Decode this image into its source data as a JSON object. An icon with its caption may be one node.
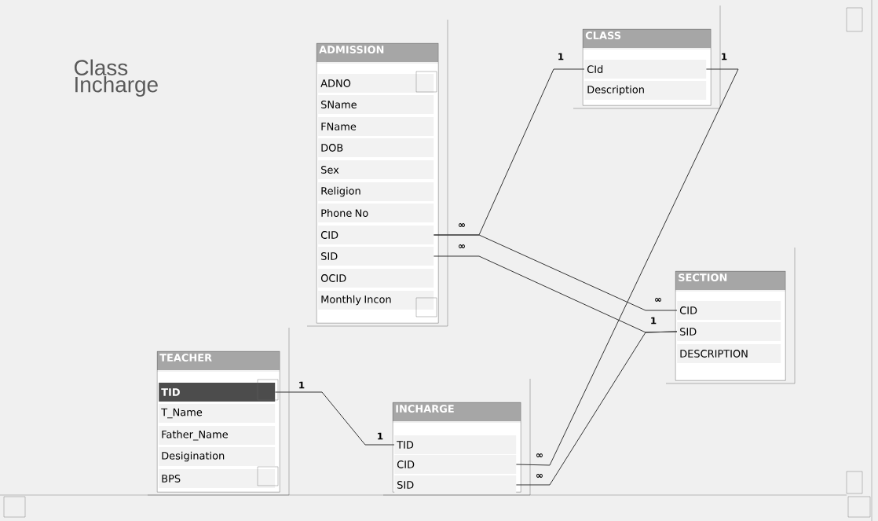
{
  "diagram": {
    "title": "Class Incharge",
    "nodes": [
      {
        "text": [
          "ADMISSION"
        ]
      },
      {
        "text": [
          "ADNO"
        ],
        "in": 0
      },
      {
        "text": [
          "SName"
        ],
        "in": 0
      },
      {
        "text": [
          "FName"
        ],
        "in": 0
      },
      {
        "text": [
          "DOB"
        ],
        "in": 0
      },
      {
        "text": [
          "Sex"
        ],
        "in": 0
      },
      {
        "text": [
          "Religion"
        ],
        "in": 0
      },
      {
        "text": [
          "Phone No"
        ],
        "in": 0
      },
      {
        "text": [
          "CID"
        ],
        "in": 0
      },
      {
        "text": [
          "SID"
        ],
        "in": 0
      },
      {
        "text": [
          "OCID"
        ],
        "in": 0
      },
      {
        "text": [
          "Monthly Incon"
        ],
        "in": 0
      },
      {
        "text": [
          "CLASS"
        ]
      },
      {
        "text": [
          "CId"
        ],
        "in": 12
      },
      {
        "text": [
          "Description"
        ],
        "in": 12
      },
      {
        "text": [
          "SECTION"
        ]
      },
      {
        "text": [
          "CID"
        ],
        "in": 15
      },
      {
        "text": [
          "SID"
        ],
        "in": 15
      },
      {
        "text": [
          "DESCRIPTION"
        ],
        "in": 15
      },
      {
        "text": [
          "TEACHER"
        ]
      },
      {
        "text": [
          "TID"
        ],
        "in": 19
      },
      {
        "text": [
          "T_Name"
        ],
        "in": 19
      },
      {
        "text": [
          "Father_Name"
        ],
        "in": 19
      },
      {
        "text": [
          "Desigination"
        ],
        "in": 19
      },
      {
        "text": [
          "BPS"
        ],
        "in": 19
      },
      {
        "text": [
          "INCHARGE"
        ]
      },
      {
        "text": [
          "TID"
        ],
        "in": 25
      },
      {
        "text": [
          "CID"
        ],
        "in": 25
      },
      {
        "text": [
          "SID"
        ],
        "in": 25
      }
    ],
    "edges": [
      {
        "from": 8,
        "to": 13,
        "arrow": "none"
      },
      {
        "from": 8,
        "to": 16,
        "arrow": "none"
      },
      {
        "from": 9,
        "to": 17,
        "arrow": "none"
      },
      {
        "from": 13,
        "to": 27,
        "arrow": "none"
      },
      {
        "from": 17,
        "to": 28,
        "arrow": "none"
      },
      {
        "from": 20,
        "to": 26,
        "arrow": "none"
      }
    ],
    "labels": [
      "1",
      "1",
      "∞",
      "∞",
      "∞",
      "1",
      "1",
      "1",
      "∞",
      "∞"
    ]
  }
}
